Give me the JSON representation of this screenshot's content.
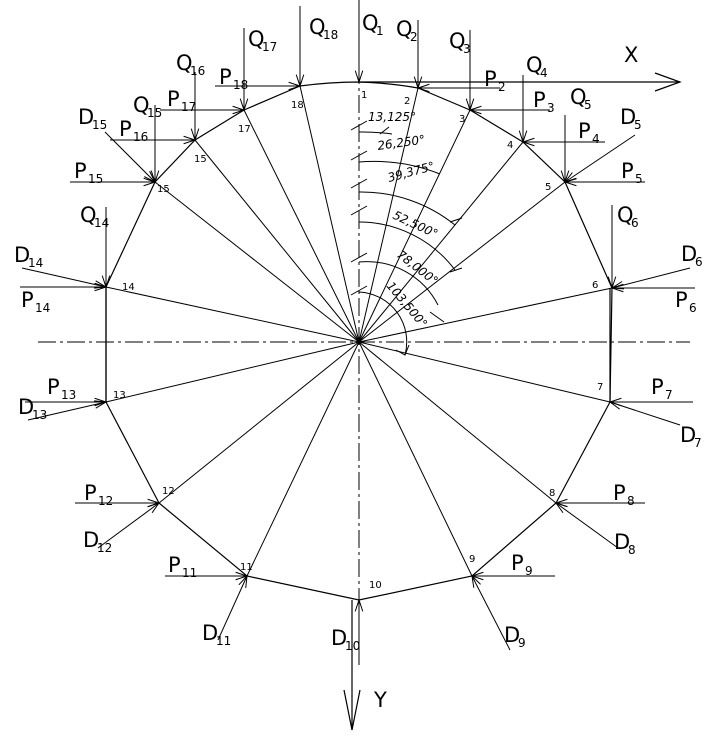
{
  "axes": {
    "x_label": "X",
    "y_label": "Y"
  },
  "points": [
    "1",
    "2",
    "3",
    "4",
    "5",
    "6",
    "7",
    "8",
    "9",
    "10",
    "11",
    "12",
    "13",
    "14",
    "15",
    "15",
    "17",
    "18"
  ],
  "angles": [
    "13,125°",
    "26,250°",
    "39,375°",
    "52,500°",
    "78,000°",
    "103,500°"
  ],
  "loads": {
    "Q": {
      "letter": "Q",
      "subs": [
        "1",
        "2",
        "3",
        "4",
        "5",
        "6",
        "14",
        "15",
        "16",
        "17",
        "18"
      ]
    },
    "P": {
      "letter": "P",
      "subs": [
        "2",
        "3",
        "4",
        "5",
        "6",
        "7",
        "8",
        "9",
        "11",
        "12",
        "13",
        "14",
        "15",
        "16",
        "17",
        "18"
      ]
    },
    "D": {
      "letter": "D",
      "subs": [
        "5",
        "6",
        "7",
        "8",
        "9",
        "10",
        "11",
        "12",
        "13",
        "14",
        "15"
      ]
    }
  }
}
